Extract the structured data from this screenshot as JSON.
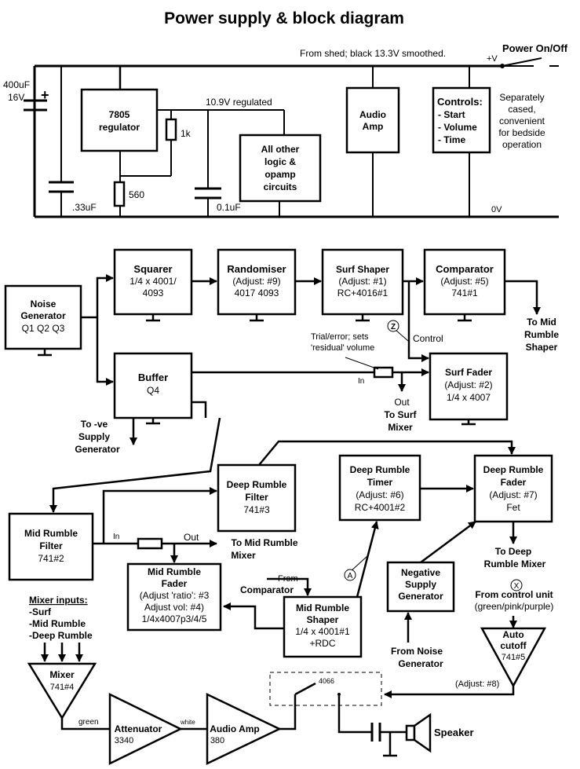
{
  "title": "Power supply & block diagram",
  "power": {
    "shed_note": "From shed; black 13.3V smoothed.",
    "plus_v": "+V",
    "switch_label": "Power On/Off",
    "cap_main_value": "400uF",
    "cap_main_voltage": "16V",
    "cap_main_plus": "+",
    "reg_name": "7805",
    "reg_label": "regulator",
    "regulated_note": "10.9V regulated",
    "r1k": "1k",
    "r560": "560",
    "c033": ".33uF",
    "c01": "0.1uF",
    "zero_v": "0V",
    "logic_lines": [
      "All other",
      "logic &",
      "opamp",
      "circuits"
    ],
    "audio_amp_lines": [
      "Audio",
      "Amp"
    ],
    "controls_title": "Controls:",
    "controls_items": [
      "- Start",
      "- Volume",
      "- Time"
    ],
    "separate_note": [
      "Separately",
      "cased,",
      "convenient",
      "for bedside",
      "operation"
    ]
  },
  "blocks": {
    "noise": [
      "Noise",
      "Generator",
      "Q1  Q2  Q3"
    ],
    "squarer": [
      "Squarer",
      "1/4 x 4001/",
      "4093"
    ],
    "randomiser": [
      "Randomiser",
      "(Adjust: #9)",
      "4017  4093"
    ],
    "surf_shaper": [
      "Surf Shaper",
      "(Adjust: #1)",
      "RC+4016#1"
    ],
    "comparator": [
      "Comparator",
      "(Adjust: #5)",
      "741#1"
    ],
    "buffer": [
      "Buffer",
      "Q4"
    ],
    "surf_fader": [
      "Surf Fader",
      "(Adjust: #2)",
      "1/4 x 4007"
    ],
    "deep_filter": [
      "Deep Rumble",
      "Filter",
      "741#3"
    ],
    "deep_timer": [
      "Deep Rumble",
      "Timer",
      "(Adjust: #6)",
      "RC+4001#2"
    ],
    "deep_fader": [
      "Deep Rumble",
      "Fader",
      "(Adjust: #7)",
      "Fet"
    ],
    "mid_filter": [
      "Mid Rumble",
      "Filter",
      "741#2"
    ],
    "mid_fader": [
      "Mid Rumble",
      "Fader",
      "(Adjust 'ratio': #3",
      "Adjust vol: #4)",
      "1/4x4007p3/4/5"
    ],
    "mid_shaper": [
      "Mid Rumble",
      "Shaper",
      "1/4 x 4001#1",
      "+RDC"
    ],
    "neg_supply": [
      "Negative",
      "Supply",
      "Generator"
    ]
  },
  "notes": {
    "to_mid_shaper": [
      "To Mid",
      "Rumble",
      "Shaper"
    ],
    "control": "Control",
    "z_mark": "Z",
    "trial_note": [
      "Trial/error; sets",
      "'residual' volume"
    ],
    "in_surf": "In",
    "out_surf": "Out",
    "to_surf_mixer": [
      "To Surf",
      "Mixer"
    ],
    "to_neg_supply": [
      "To -ve",
      "Supply",
      "Generator"
    ],
    "in_mid": "In",
    "out_mid": "Out",
    "to_mid_mixer": [
      "To Mid Rumble",
      "Mixer"
    ],
    "to_deep_mixer": [
      "To Deep",
      "Rumble Mixer"
    ],
    "from_comparator": [
      "From",
      "Comparator"
    ],
    "a_mark": "A",
    "x_mark": "X",
    "from_control_unit": [
      "From control unit",
      "(green/pink/purple)"
    ],
    "mixer_inputs": [
      "Mixer inputs:",
      "-Surf",
      "-Mid Rumble",
      "-Deep Rumble"
    ],
    "from_noise": [
      "From Noise",
      "Generator"
    ],
    "adjust8": "(Adjust: #8)",
    "ic4066": "4066",
    "green": "green",
    "white": "white",
    "speaker": "Speaker"
  },
  "triangles": {
    "mixer": [
      "Mixer",
      "741#4"
    ],
    "auto_cutoff": [
      "Auto",
      "cutoff",
      "741#5"
    ],
    "attenuator": [
      "Attenuator",
      "3340"
    ],
    "audio_amp2": [
      "Audio Amp",
      "380"
    ]
  }
}
